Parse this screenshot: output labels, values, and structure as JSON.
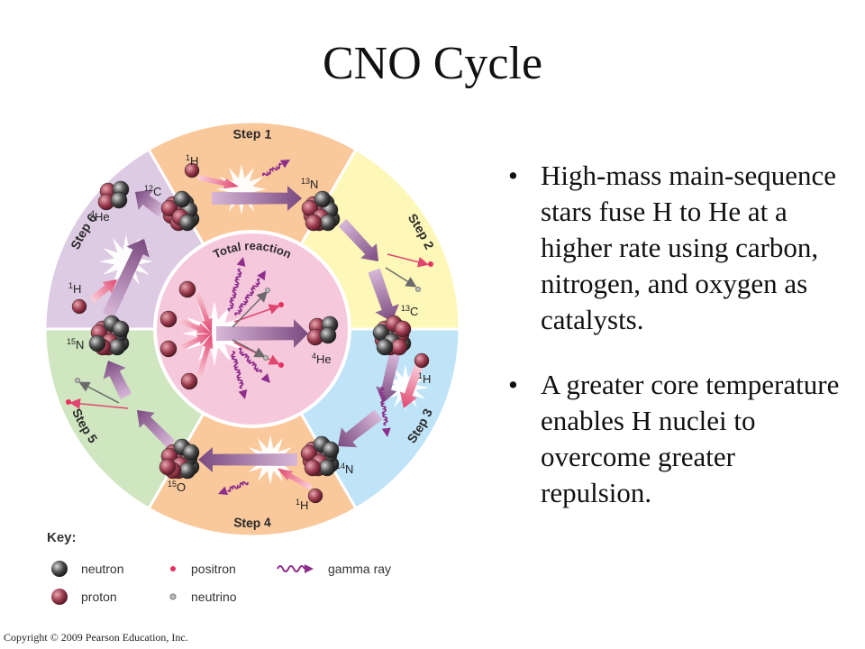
{
  "title": "CNO Cycle",
  "diagram": {
    "steps": [
      "Step 1",
      "Step 2",
      "Step 3",
      "Step 4",
      "Step 5",
      "Step 6"
    ],
    "center_label": "Total reaction",
    "labels": {
      "h1_top": "1H",
      "c12": "12C",
      "n13": "13N",
      "he4_left": "4He",
      "c13": "13C",
      "h1_left": "1H",
      "n15": "15N",
      "h1_right": "1H",
      "n14": "14N",
      "o15": "15O",
      "h1_bottom": "1H",
      "he4_center": "4He"
    },
    "colors": {
      "step1": "#f9c89b",
      "step2": "#fdf7b8",
      "step3": "#bfe3f7",
      "step4": "#f9c89b",
      "step5": "#cfe6c0",
      "step6": "#ddcbe3",
      "center": "#f6c8dc",
      "proton": "#9b3b4e",
      "neutron": "#4a4a4a",
      "positron": "#e8315f",
      "gamma": "#8e2e8c"
    }
  },
  "key": {
    "title": "Key:",
    "items": [
      {
        "icon": "neutron-icon",
        "label": "neutron"
      },
      {
        "icon": "positron-icon",
        "label": "positron"
      },
      {
        "icon": "gamma-ray-icon",
        "label": "gamma ray"
      },
      {
        "icon": "proton-icon",
        "label": "proton"
      },
      {
        "icon": "neutrino-icon",
        "label": "neutrino"
      }
    ]
  },
  "bullets": [
    "High-mass main-sequence stars fuse H to He at a higher rate using carbon, nitrogen, and oxygen as catalysts.",
    "A greater core temperature enables H nuclei to overcome greater repulsion."
  ],
  "copyright": "Copyright © 2009 Pearson Education, Inc."
}
